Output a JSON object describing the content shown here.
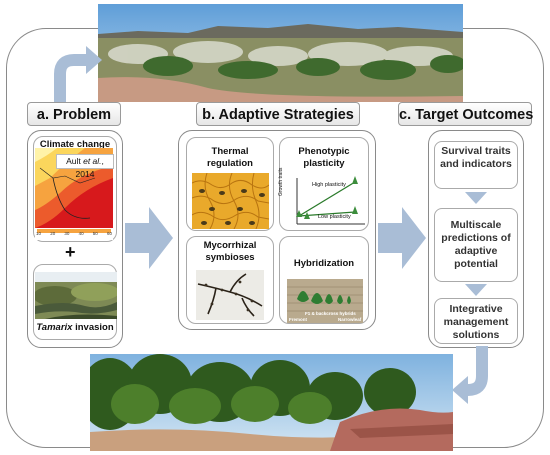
{
  "colors": {
    "arrow": "#a9bdd6",
    "frame": "#8a8a8a",
    "sky": "#9cc4e8"
  },
  "headers": {
    "problem": "a. Problem",
    "strategies": "b. Adaptive Strategies",
    "outcomes": "c. Target Outcomes"
  },
  "problem": {
    "climate_title": "Climate change",
    "citation_author": "Ault",
    "citation_etal": " et al.",
    "citation_year": ", 2014",
    "plus": "+",
    "invasion_genus": "Tamarix",
    "invasion_rest": " invasion"
  },
  "strategies": {
    "thermal": "Thermal regulation",
    "phenotypic": "Phenotypic plasticity",
    "mycorrhizal": "Mycorrhizal symbioses",
    "hybridization": "Hybridization",
    "high_plasticity": "High plasticity",
    "low_plasticity": "Low plasticity",
    "growth_traits": "Growth traits",
    "hybrid_label": "F1 & backcross hybrids",
    "fremont": "Fremont",
    "narrowleaf": "Narrowleaf"
  },
  "outcomes": {
    "items": [
      "Survival traits and indicators",
      "Multiscale predictions of adaptive potential",
      "Integrative management solutions"
    ]
  },
  "map_ticks": [
    "10",
    "20",
    "30",
    "40",
    "50",
    "60"
  ]
}
